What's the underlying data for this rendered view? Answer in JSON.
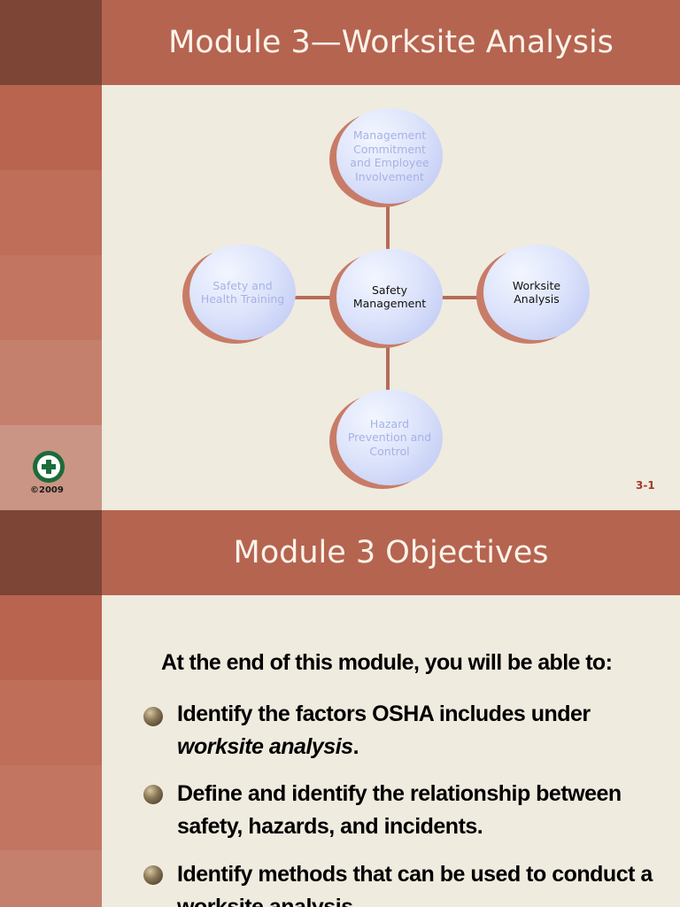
{
  "slide1": {
    "title": "Module 3—Worksite Analysis",
    "sidebar_colors": [
      "#7d4535",
      "#b9644f",
      "#be6e59",
      "#c27661",
      "#c4806c",
      "#ca9584"
    ],
    "diagram": {
      "center": "Safety Management",
      "top": "Management Commitment and Employee Involvement",
      "left": "Safety and Health Training",
      "right": "Worksite Analysis",
      "bottom": "Hazard Prevention and Control"
    },
    "logo_icon": "national-safety-council-logo",
    "copyright": "©2009",
    "slide_number": "3-1"
  },
  "slide2": {
    "title": "Module 3 Objectives",
    "sidebar_colors": [
      "#7d4535",
      "#b9644f",
      "#be6e59",
      "#c27661",
      "#c4806c"
    ],
    "intro": "At the end of this module, you will be able to:",
    "objectives": [
      {
        "text": "Identify the factors OSHA includes under ",
        "emphasis": "worksite analysis",
        "suffix": "."
      },
      {
        "text": "Define and identify the relationship between safety, hazards, and incidents."
      },
      {
        "text": "Identify methods that can be used to conduct a worksite analysis."
      }
    ]
  },
  "colors": {
    "header": "#b56450",
    "background": "#f0ebdf",
    "connector": "#b76b57",
    "slide_number": "#a23a2a"
  }
}
